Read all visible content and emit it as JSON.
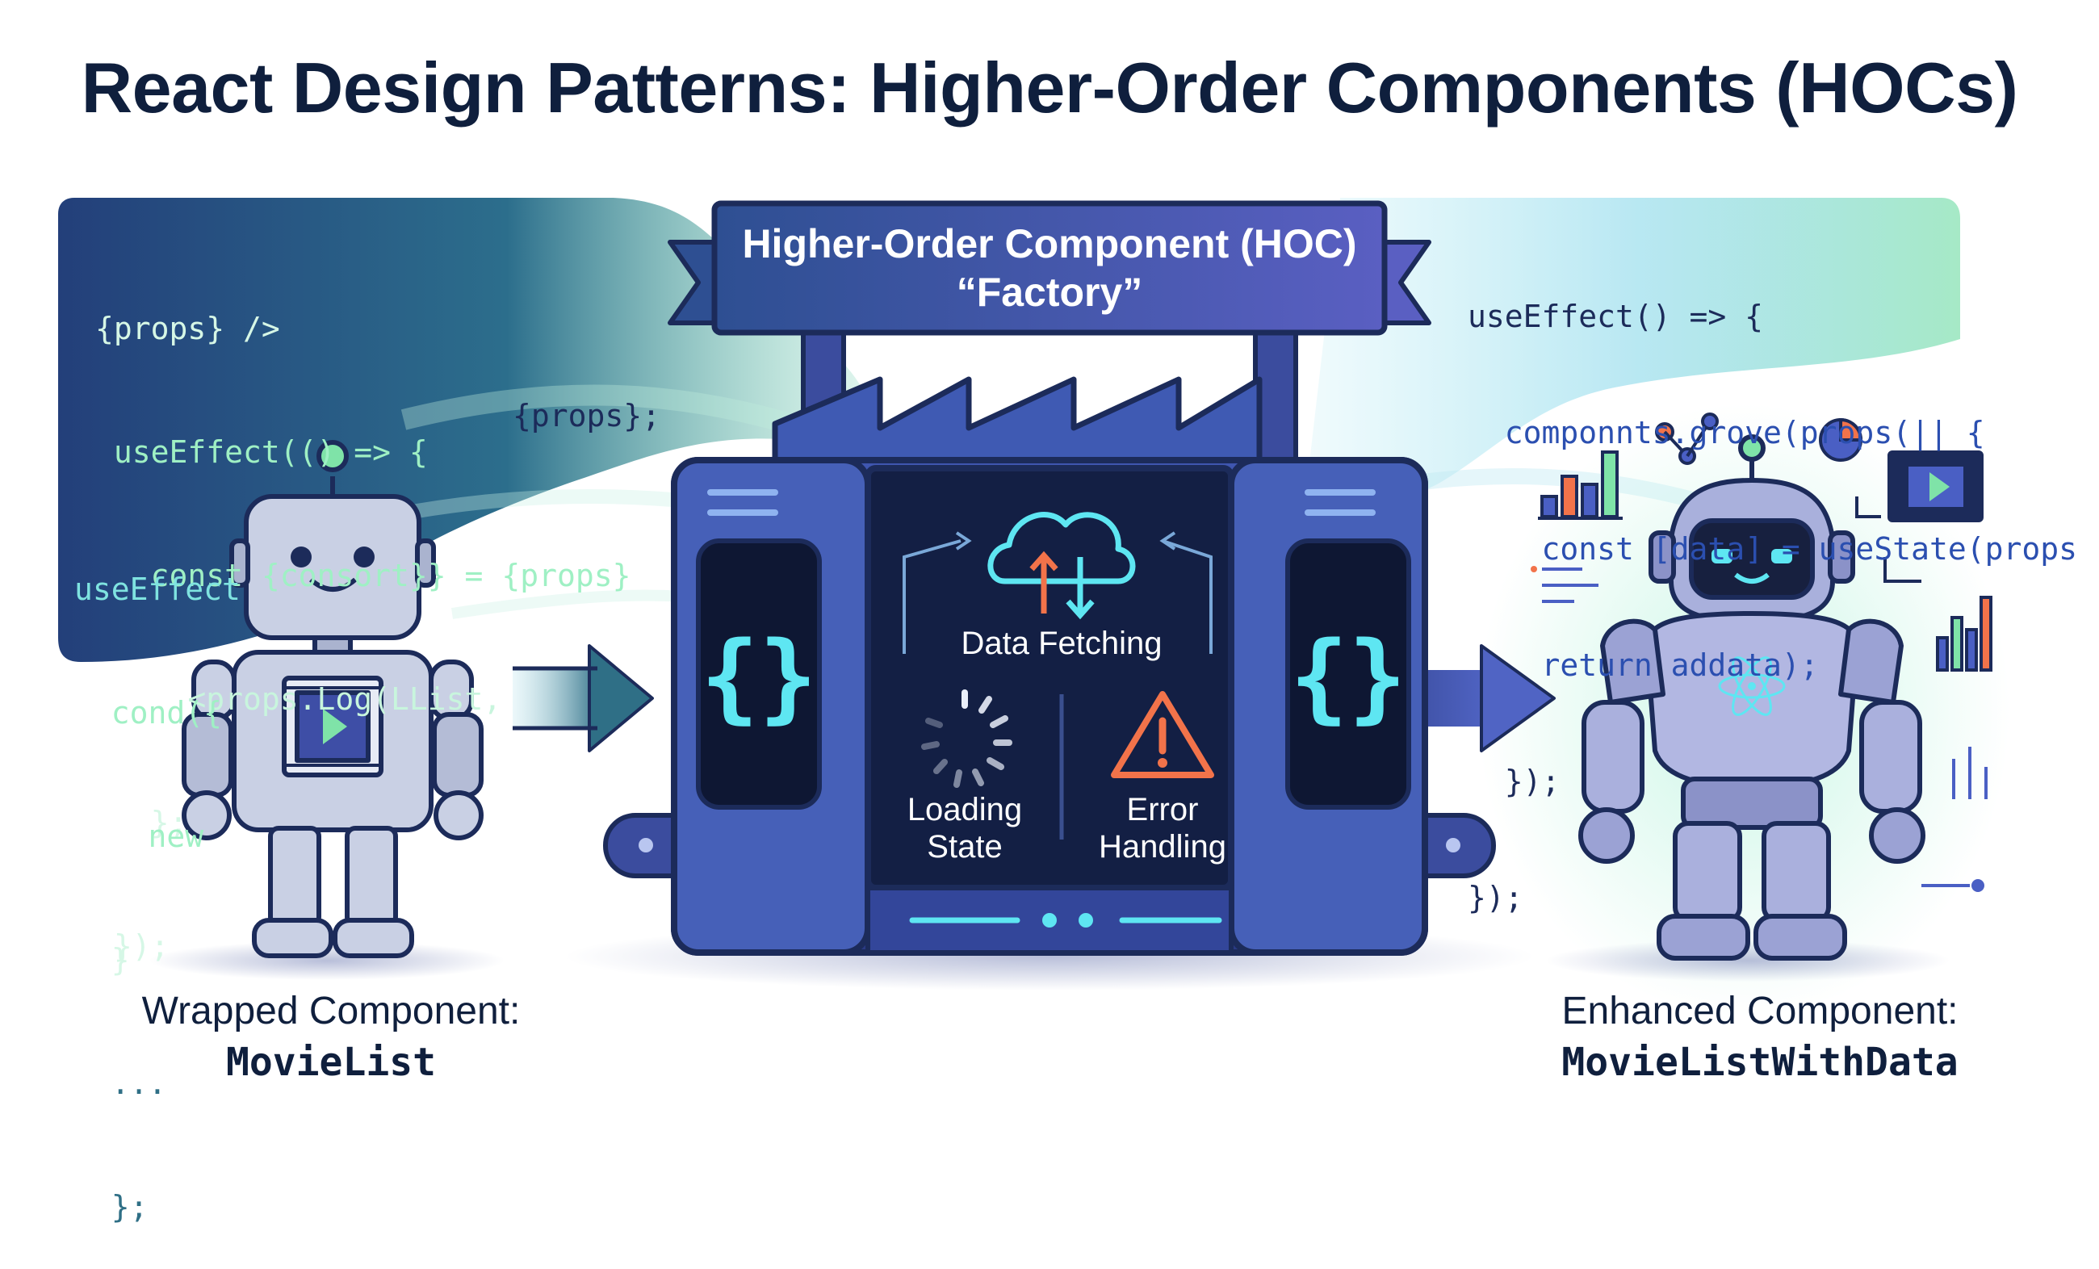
{
  "title": "React Design Patterns: Higher-Order Components (HOCs)",
  "factory": {
    "banner_line1": "Higher-Order Component (HOC)",
    "banner_line2": "“Factory”",
    "data_fetching": "Data Fetching",
    "loading_line1": "Loading",
    "loading_line2": "State",
    "error_line1": "Error",
    "error_line2": "Handling",
    "brace_glyph": "{}"
  },
  "left_code": [
    "{props} />",
    " useEffect(() => {",
    "   const {consort}} = {props}",
    "     <props.Log(LList,",
    "   };",
    " });"
  ],
  "left_code_float": "{props};",
  "left_code_lower": [
    "useEffect",
    "  cond({",
    "    new",
    "  }",
    "  ...",
    "  };"
  ],
  "right_code": [
    "useEffect() => {",
    "  componnts.grove(props(|| {",
    "    const [data] = useState(props",
    "    return addata);",
    "  });",
    "});"
  ],
  "wrapped": {
    "line1": "Wrapped Component:",
    "line2": "MovieList"
  },
  "enhanced": {
    "line1": "Enhanced Component:",
    "line2": "MovieListWithData"
  },
  "colors": {
    "navy": "#1c2b5a",
    "factory_body": "#3b4c9e",
    "glow": "#5ee6f2",
    "code_green": "#7fe3a8",
    "warning": "#f2734a",
    "robot_gray": "#c9d0e4"
  }
}
